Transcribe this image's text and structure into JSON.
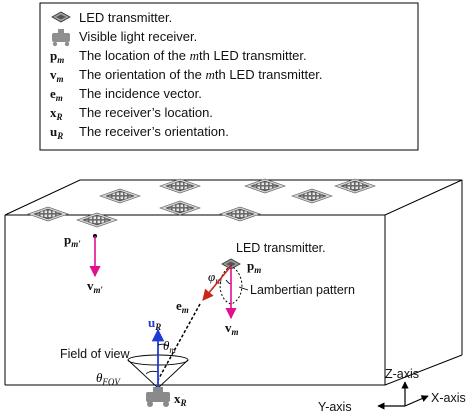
{
  "legend": {
    "items": [
      {
        "symbol": "led-tile",
        "text": "LED transmitter."
      },
      {
        "symbol": "receiver",
        "text": "Visible light receiver."
      },
      {
        "sym_main": "p",
        "sym_sub": "m",
        "text": "The location of the",
        "text_m": "m",
        "text_after": "th LED transmitter."
      },
      {
        "sym_main": "v",
        "sym_sub": "m",
        "text": "The orientation of the",
        "text_m": "m",
        "text_after": "th LED transmitter."
      },
      {
        "sym_main": "e",
        "sym_sub": "m",
        "text": "The incidence vector."
      },
      {
        "sym_main": "x",
        "sym_sub": "R",
        "text": "The receiver’s location."
      },
      {
        "sym_main": "u",
        "sym_sub": "R",
        "text": "The receiver’s orientation."
      }
    ]
  },
  "diagram": {
    "p_mprime_main": "p",
    "p_mprime_sub": "m′",
    "v_mprime_main": "v",
    "v_mprime_sub": "m′",
    "led_label": "LED transmitter.",
    "p_m_main": "p",
    "p_m_sub": "m",
    "phi_main": "φ",
    "phi_sub": "m",
    "e_m_main": "e",
    "e_m_sub": "m",
    "lambertian": "Lambertian pattern",
    "v_m_main": "v",
    "v_m_sub": "m",
    "u_R_main": "u",
    "u_R_sub": "R",
    "theta_m_main": "θ",
    "theta_m_sub": "m",
    "field_of_view": "Field of view",
    "theta_fov_main": "θ",
    "theta_fov_sub": "FOV",
    "x_R_main": "x",
    "x_R_sub": "R"
  },
  "axes": {
    "z": "Z-axis",
    "y": "Y-axis",
    "x": "X-axis"
  },
  "colors": {
    "pink": "#e0108f",
    "blue": "#1f3bd6",
    "red": "#c7281c",
    "black": "#000000"
  }
}
